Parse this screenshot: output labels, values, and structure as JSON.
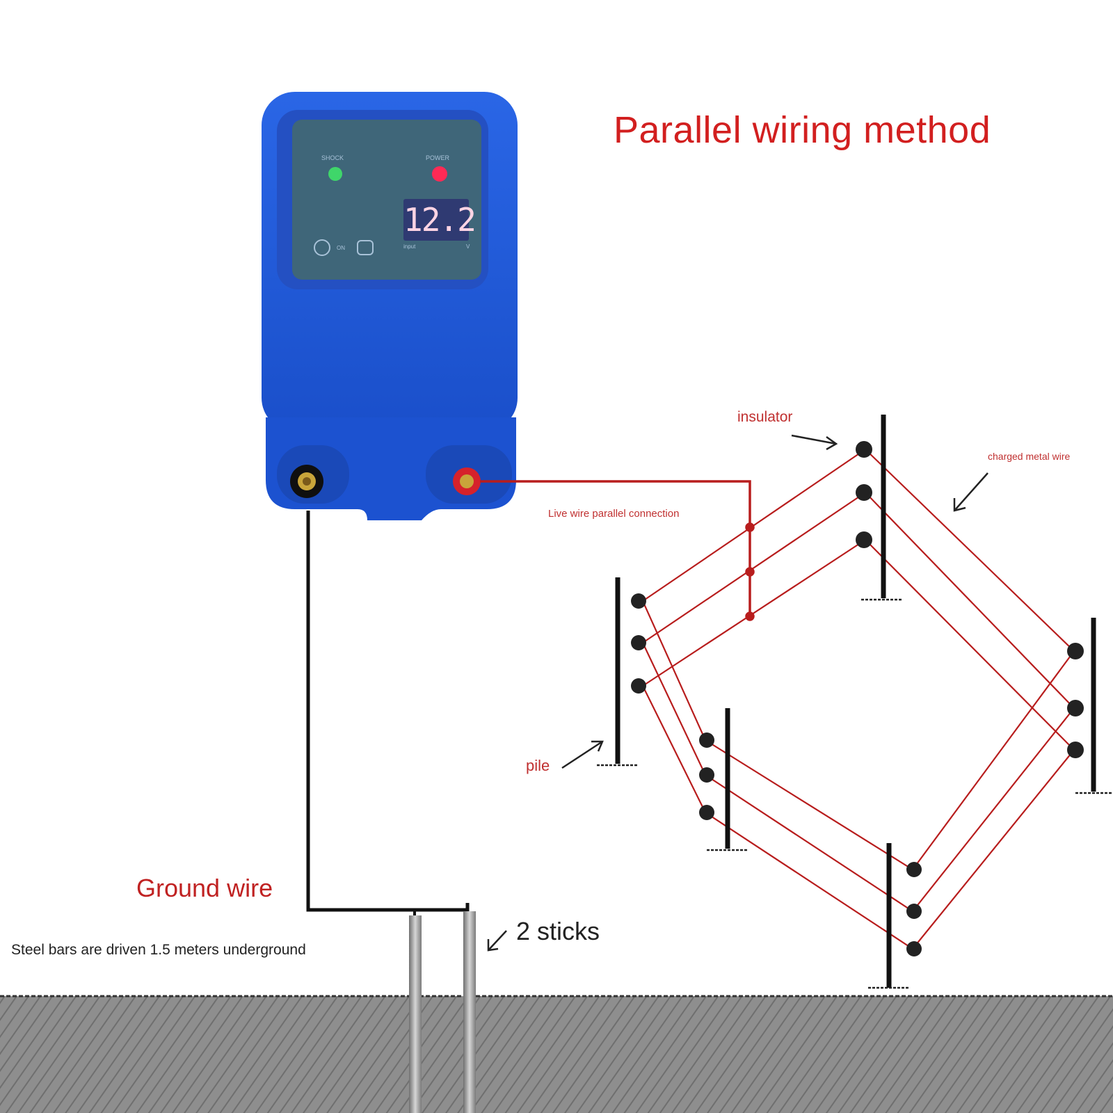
{
  "title": "Parallel wiring method",
  "device": {
    "shock_label": "SHOCK",
    "power_label": "POWER",
    "display_value": "12.2",
    "input_label": "input",
    "volt_label": "V",
    "on_label": "ON"
  },
  "labels": {
    "insulator": "insulator",
    "charged_metal_wire": "charged metal wire",
    "live_wire": "Live wire parallel connection",
    "pile": "pile",
    "ground_wire": "Ground wire",
    "two_sticks": "2 sticks",
    "steel_bars": "Steel bars are driven 1.5 meters underground"
  },
  "colors": {
    "device_blue": "#1f57d8",
    "panel": "#3f6679",
    "live_wire_red": "#b81d1d",
    "label_red": "#d21f1f",
    "ground_hatch": "#888888",
    "shock_led": "#3fd66a",
    "power_led": "#ff2a55"
  }
}
